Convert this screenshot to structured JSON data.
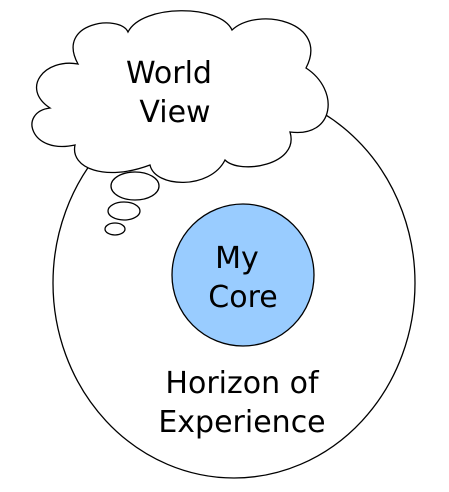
{
  "cloud": {
    "line1": "World",
    "line2": "View"
  },
  "core": {
    "line1": "My",
    "line2": "Core"
  },
  "horizon": {
    "line1": "Horizon of",
    "line2": "Experience"
  },
  "colors": {
    "core_fill": "#99ccff",
    "stroke": "#000000",
    "background": "#ffffff"
  }
}
